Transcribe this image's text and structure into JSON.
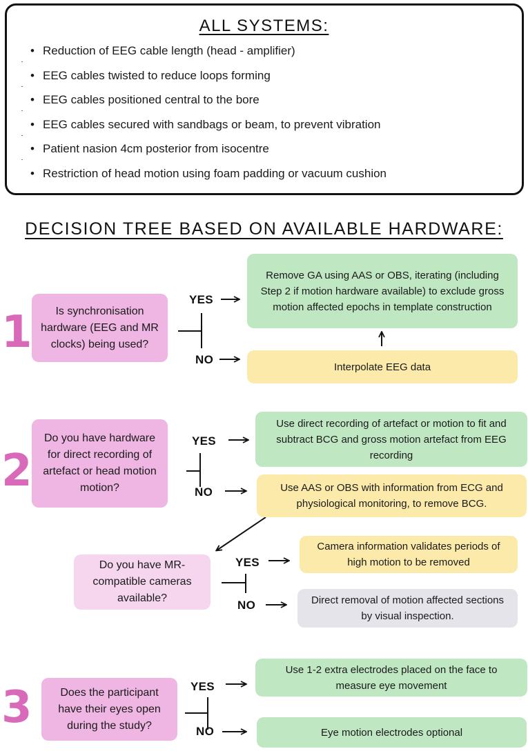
{
  "all_systems": {
    "title": "ALL SYSTEMS:",
    "items": [
      "Reduction of EEG cable length (head - amplifier)",
      "EEG cables twisted to reduce loops forming",
      "EEG cables positioned central to the bore",
      "EEG cables secured with sandbags or beam, to prevent vibration",
      "Patient nasion 4cm posterior from isocentre",
      "Restriction of head motion using foam padding or vacuum cushion"
    ]
  },
  "tree_title": "DECISION TREE BASED ON AVAILABLE HARDWARE:",
  "yes_label": "YES",
  "no_label": "NO",
  "step1": {
    "number": "1",
    "question": "Is synchronisation hardware (EEG and MR clocks) being used?",
    "yes_action": "Remove GA using AAS or OBS, iterating (including Step 2 if motion hardware available) to exclude gross motion affected epochs in template construction",
    "no_action": "Interpolate EEG data"
  },
  "step2": {
    "number": "2",
    "question": "Do you have hardware for direct recording of artefact or head motion motion?",
    "yes_action": "Use direct recording of artefact or motion to fit and subtract BCG and gross motion artefact from EEG recording",
    "no_action": "Use AAS or OBS with information from ECG and physiological monitoring, to remove BCG.",
    "sub_question": "Do you have MR-compatible cameras available?",
    "sub_yes_action": "Camera information validates periods of high motion to be removed",
    "sub_no_action": "Direct removal of motion affected sections by visual inspection."
  },
  "step3": {
    "number": "3",
    "question": "Does the participant have their eyes open during the study?",
    "yes_action": "Use 1-2 extra electrodes placed on the face to measure eye movement",
    "no_action": "Eye motion electrodes optional"
  }
}
